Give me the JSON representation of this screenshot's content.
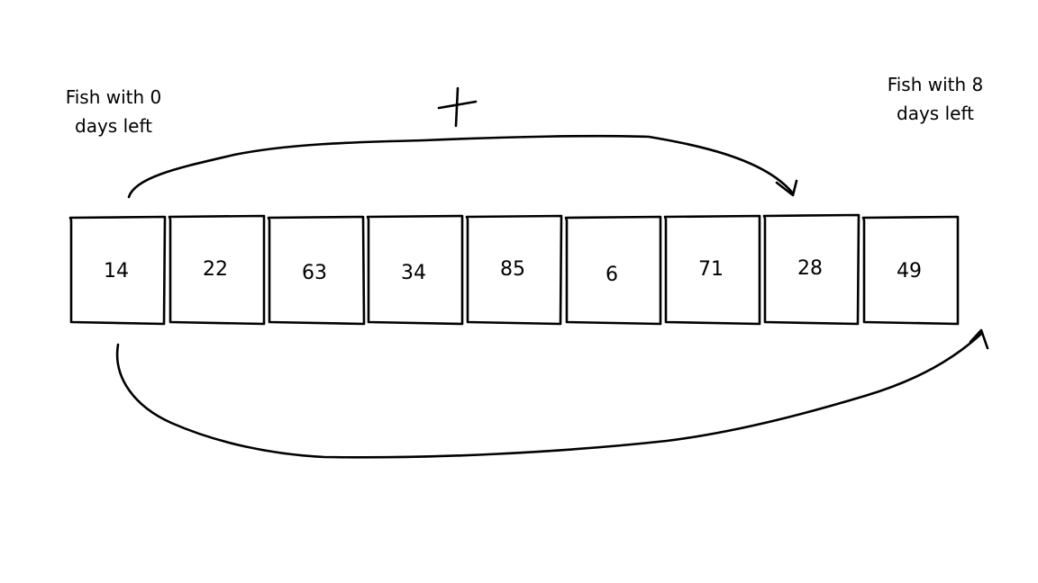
{
  "labels": {
    "left": {
      "line1": "Fish with 0",
      "line2": "days left"
    },
    "right": {
      "line1": "Fish with 8",
      "line2": "days left"
    }
  },
  "cells": [
    "14",
    "22",
    "63",
    "34",
    "85",
    "6",
    "71",
    "28",
    "49"
  ],
  "colors": {
    "ink": "#000000",
    "background": "#ffffff"
  }
}
